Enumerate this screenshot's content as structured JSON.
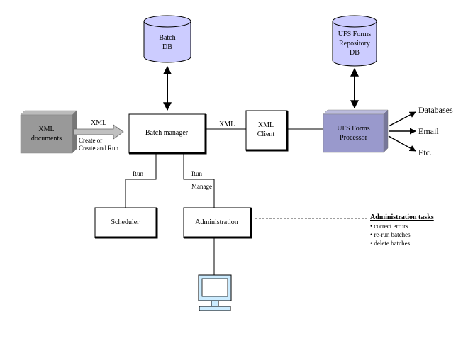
{
  "nodes": {
    "batch_db": [
      "Batch",
      "DB"
    ],
    "ufs_repo_db": [
      "UFS Forms",
      "Repository",
      "DB"
    ],
    "xml_documents": [
      "XML",
      "documents"
    ],
    "batch_manager": "Batch manager",
    "xml_client": [
      "XML",
      "Client"
    ],
    "ufs_processor": [
      "UFS Forms",
      "Processor"
    ],
    "scheduler": "Scheduler",
    "administration": "Administration"
  },
  "edge_labels": {
    "xml_in": "XML",
    "create_or": "Create or",
    "create_and_run": "Create and Run",
    "xml_out": "XML",
    "run_scheduler": "Run",
    "run_admin": "Run",
    "manage": "Manage"
  },
  "outputs": [
    "Databases",
    "Email",
    "Etc.."
  ],
  "admin_tasks": {
    "title": "Administration tasks",
    "items": [
      "correct errors",
      "re-run batches",
      "delete batches"
    ]
  },
  "colors": {
    "db_fill": "#CCCCFF",
    "processor_fill": "#9999CC",
    "documents_fill": "#999999",
    "arrow_fill": "#C0C0C0",
    "monitor_fill": "#CCECFF"
  }
}
